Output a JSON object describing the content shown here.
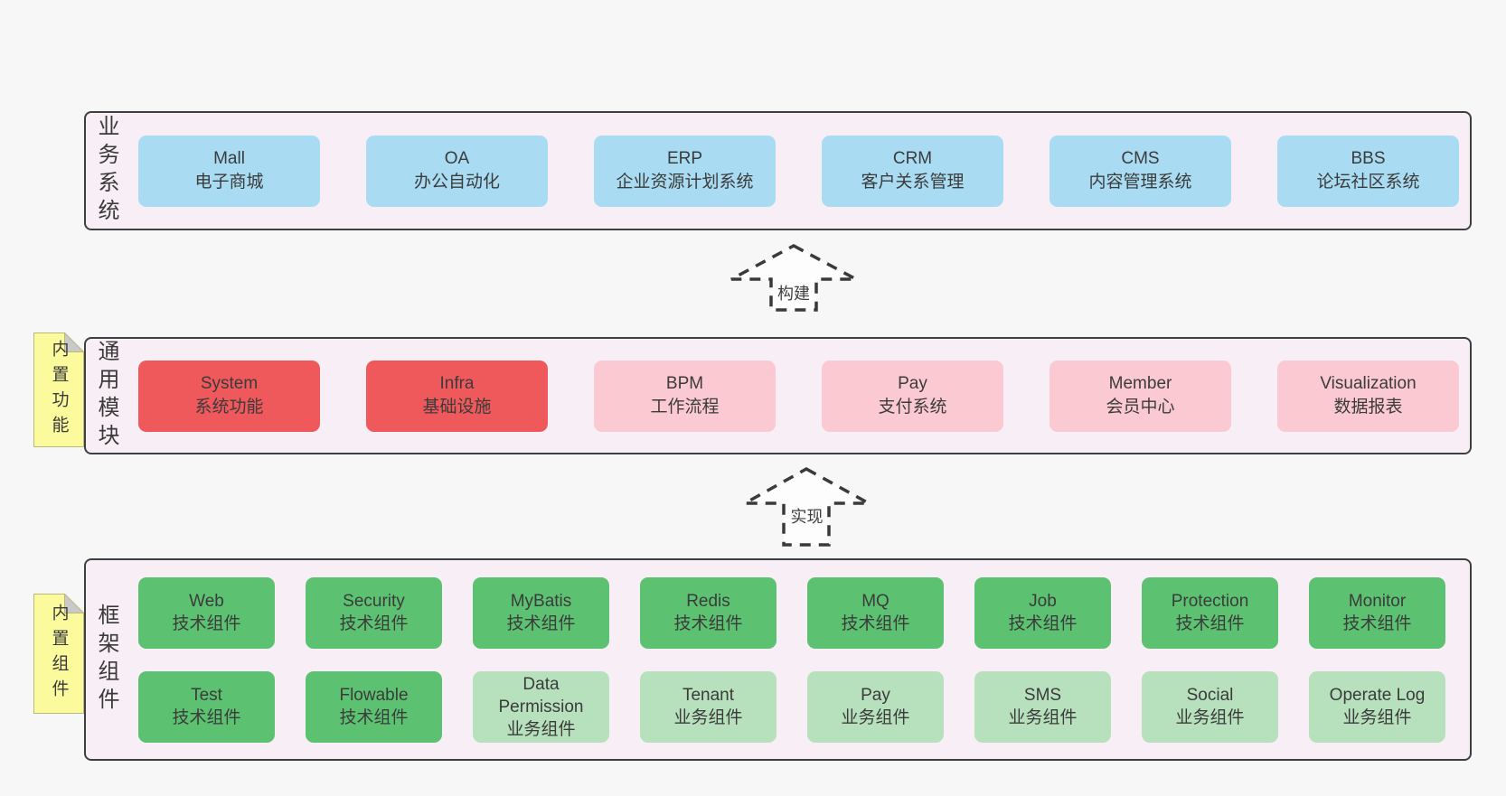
{
  "colors": {
    "canvas_bg": "#f7f7f7",
    "container_bg": "#f8eef6",
    "border": "#3f3f3f",
    "text": "#3b3b3b",
    "blue": "#a9dcf3",
    "red": "#f0595b",
    "pink": "#fbc9d2",
    "green": "#5cc271",
    "lightgreen": "#b7e1bc",
    "note_bg": "#fbfb9e",
    "note_fold": "#c9c9c9",
    "arrow_fill": "#fdfdfd"
  },
  "layers": [
    {
      "name": "business-systems",
      "side_label": "业务系统",
      "note": null,
      "grid": "wide",
      "rows": [
        [
          {
            "title": "Mall",
            "subtitle": "电子商城",
            "variant": "blue"
          },
          {
            "title": "OA",
            "subtitle": "办公自动化",
            "variant": "blue"
          },
          {
            "title": "ERP",
            "subtitle": "企业资源计划系统",
            "variant": "blue"
          },
          {
            "title": "CRM",
            "subtitle": "客户关系管理",
            "variant": "blue"
          },
          {
            "title": "CMS",
            "subtitle": "内容管理系统",
            "variant": "blue"
          },
          {
            "title": "BBS",
            "subtitle": "论坛社区系统",
            "variant": "blue"
          }
        ]
      ]
    },
    {
      "name": "common-modules",
      "side_label": "通用模块",
      "note": "内置功能",
      "grid": "wide",
      "rows": [
        [
          {
            "title": "System",
            "subtitle": "系统功能",
            "variant": "red"
          },
          {
            "title": "Infra",
            "subtitle": "基础设施",
            "variant": "red"
          },
          {
            "title": "BPM",
            "subtitle": "工作流程",
            "variant": "pink"
          },
          {
            "title": "Pay",
            "subtitle": "支付系统",
            "variant": "pink"
          },
          {
            "title": "Member",
            "subtitle": "会员中心",
            "variant": "pink"
          },
          {
            "title": "Visualization",
            "subtitle": "数据报表",
            "variant": "pink"
          }
        ]
      ]
    },
    {
      "name": "framework-components",
      "side_label": "框架组件",
      "note": "内置组件",
      "grid": "narrow",
      "rows": [
        [
          {
            "title": "Web",
            "subtitle": "技术组件",
            "variant": "green"
          },
          {
            "title": "Security",
            "subtitle": "技术组件",
            "variant": "green"
          },
          {
            "title": "MyBatis",
            "subtitle": "技术组件",
            "variant": "green"
          },
          {
            "title": "Redis",
            "subtitle": "技术组件",
            "variant": "green"
          },
          {
            "title": "MQ",
            "subtitle": "技术组件",
            "variant": "green"
          },
          {
            "title": "Job",
            "subtitle": "技术组件",
            "variant": "green"
          },
          {
            "title": "Protection",
            "subtitle": "技术组件",
            "variant": "green"
          },
          {
            "title": "Monitor",
            "subtitle": "技术组件",
            "variant": "green"
          }
        ],
        [
          {
            "title": "Test",
            "subtitle": "技术组件",
            "variant": "green"
          },
          {
            "title": "Flowable",
            "subtitle": "技术组件",
            "variant": "green"
          },
          {
            "title": "Data Permission",
            "subtitle": "业务组件",
            "variant": "lightgreen"
          },
          {
            "title": "Tenant",
            "subtitle": "业务组件",
            "variant": "lightgreen"
          },
          {
            "title": "Pay",
            "subtitle": "业务组件",
            "variant": "lightgreen"
          },
          {
            "title": "SMS",
            "subtitle": "业务组件",
            "variant": "lightgreen"
          },
          {
            "title": "Social",
            "subtitle": "业务组件",
            "variant": "lightgreen"
          },
          {
            "title": "Operate Log",
            "subtitle": "业务组件",
            "variant": "lightgreen"
          }
        ]
      ]
    }
  ],
  "arrows": [
    {
      "label": "构建"
    },
    {
      "label": "实现"
    }
  ]
}
